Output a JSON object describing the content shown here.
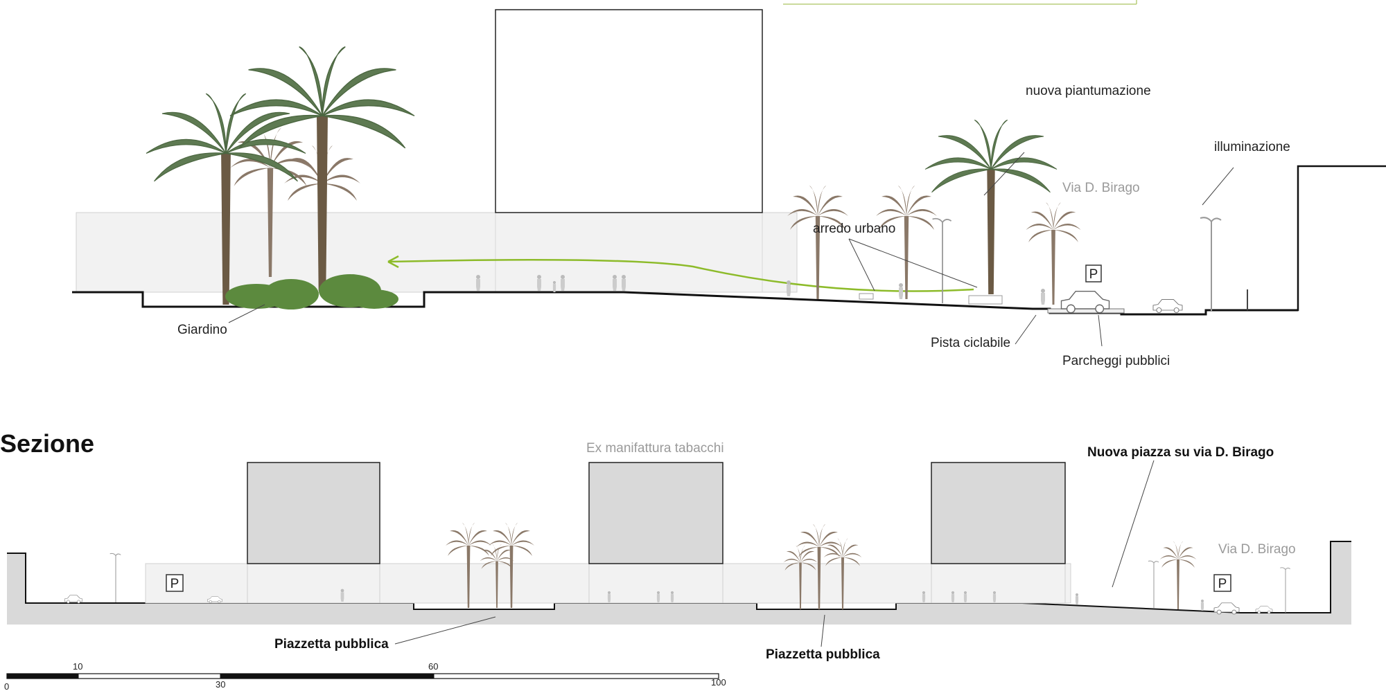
{
  "colors": {
    "ground_line": "#111111",
    "building_fill": "#d9d9d9",
    "ground_fill": "#d9d9d9",
    "facade_fill": "#f2f2f2",
    "path_arrow": "#8dbb2a",
    "palm_brown": "#8a7868",
    "palm_green": "#5e7a52",
    "grey_text": "#9a9a9a"
  },
  "upper_section": {
    "labels": {
      "nuova_piantumazione": "nuova piantumazione",
      "illuminazione": "illuminazione",
      "via_birago": "Via D. Birago",
      "arredo_urbano": "arredo urbano",
      "giardino": "Giardino",
      "pista_ciclabile": "Pista ciclabile",
      "parcheggi_pubblici": "Parcheggi pubblici",
      "parking_sign": "P"
    }
  },
  "title": "Sezione",
  "lower_section": {
    "labels": {
      "ex_manifattura": "Ex manifattura tabacchi",
      "nuova_piazza": "Nuova piazza su via D. Birago",
      "via_birago": "Via D. Birago",
      "piazzetta_1": "Piazzetta pubblica",
      "piazzetta_2": "Piazzetta pubblica",
      "parking_sign_left": "P",
      "parking_sign_right": "P"
    }
  },
  "scale_bar": {
    "ticks": [
      "0",
      "10",
      "30",
      "60",
      "100"
    ]
  }
}
